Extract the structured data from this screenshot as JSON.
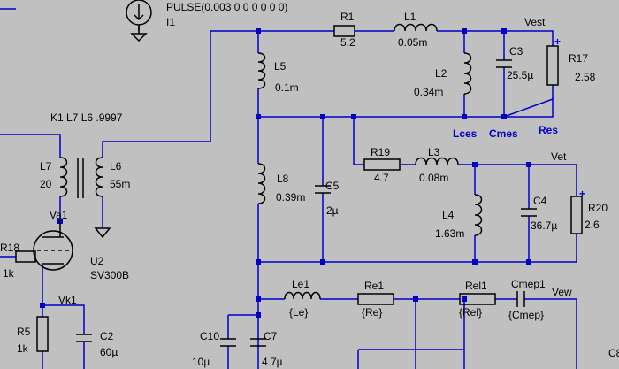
{
  "colors": {
    "background": "#c0c0c0",
    "wire": "#0000c8",
    "component": "#000000"
  },
  "source": {
    "name": "I1",
    "value": "PULSE(0.003 0 0 0 0 0 0)"
  },
  "coupling": {
    "text": "K1 L7 L6 .9997"
  },
  "components": {
    "R1": {
      "name": "R1",
      "value": "5.2"
    },
    "L1": {
      "name": "L1",
      "value": "0.05m"
    },
    "L2": {
      "name": "L2",
      "value": "0.34m"
    },
    "C3": {
      "name": "C3",
      "value": "25.5µ"
    },
    "R17": {
      "name": "R17",
      "value": "2.58"
    },
    "L5": {
      "name": "L5",
      "value": "0.1m"
    },
    "L7": {
      "name": "L7",
      "value": "20"
    },
    "L6": {
      "name": "L6",
      "value": "55m"
    },
    "L8": {
      "name": "L8",
      "value": "0.39m"
    },
    "C5": {
      "name": "C5",
      "value": "2µ"
    },
    "R19": {
      "name": "R19",
      "value": "4.7"
    },
    "L3": {
      "name": "L3",
      "value": "0.08m"
    },
    "L4": {
      "name": "L4",
      "value": "1.63m"
    },
    "C4": {
      "name": "C4",
      "value": "36.7µ"
    },
    "R20": {
      "name": "R20",
      "value": "2.6"
    },
    "R18": {
      "name": "R18",
      "value": "1k"
    },
    "U2": {
      "name": "U2",
      "value": "SV300B"
    },
    "R5": {
      "name": "R5",
      "value": "1k"
    },
    "C2": {
      "name": "C2",
      "value": "60µ"
    },
    "Le1": {
      "name": "Le1",
      "value": "{Le}"
    },
    "Re1": {
      "name": "Re1",
      "value": "{Re}"
    },
    "Rel1": {
      "name": "Rel1",
      "value": "{Rel}"
    },
    "Cmep1": {
      "name": "Cmep1",
      "value": "{Cmep}"
    },
    "C10": {
      "name": "C10",
      "value": "10µ"
    },
    "C7": {
      "name": "C7",
      "value": "4.7µ"
    },
    "C8": {
      "name": "C8"
    }
  },
  "nets": {
    "vest": "Vest",
    "vet": "Vet",
    "vew": "Vew",
    "va1": "Va1",
    "vk1": "Vk1"
  },
  "blue_labels": {
    "lces": "Lces",
    "cmes": "Cmes",
    "res": "Res"
  },
  "polarity": {
    "plus": "+"
  }
}
